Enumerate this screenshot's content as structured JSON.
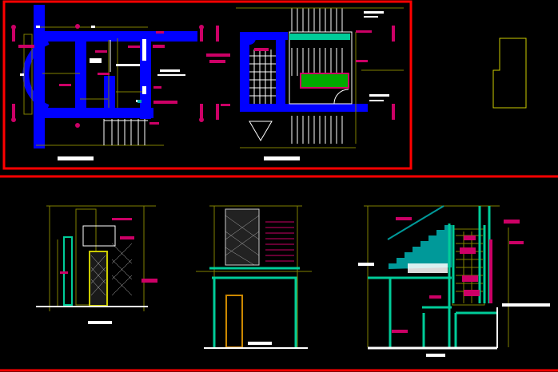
{
  "drawing": {
    "background": "#000000",
    "colors": {
      "frame": "#ff0000",
      "wall": "#0000ff",
      "dimension": "#808000",
      "annotation": "#cc0066",
      "text": "#ffffff",
      "section": "#00cc99",
      "stair": "#009999",
      "planter": "#00aa00"
    },
    "views": [
      "floor-plan-1",
      "floor-plan-2",
      "elevation-1",
      "elevation-2",
      "section-1",
      "detail-outline"
    ]
  }
}
